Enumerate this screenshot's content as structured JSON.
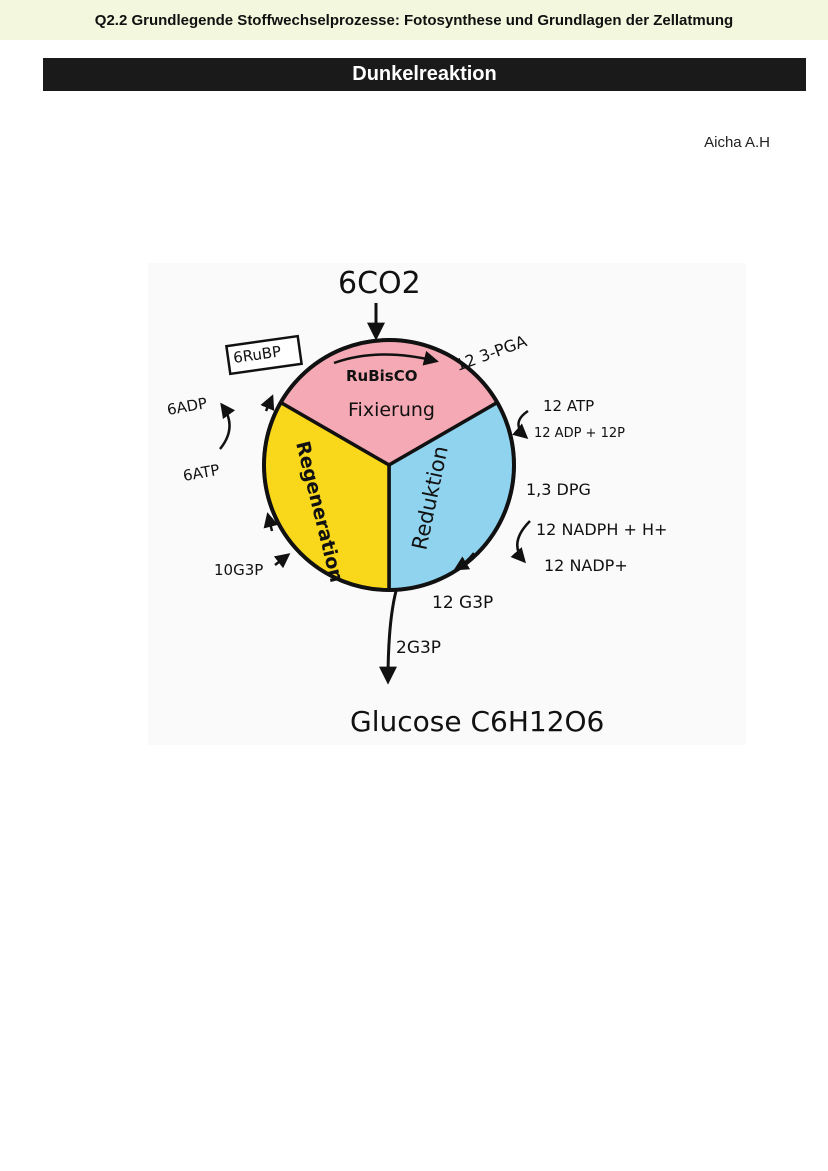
{
  "header": {
    "course_title": "Q2.2 Grundlegende Stoffwechselprozesse: Fotosynthese und Grundlagen der Zellatmung"
  },
  "section": {
    "title": "Dunkelreaktion"
  },
  "author": "Aicha A.H",
  "diagram": {
    "input": "6CO2",
    "enzyme": "RuBisCO",
    "phases": {
      "fixation": "Fixierung",
      "reduction": "Reduktion",
      "regeneration": "Regeneration"
    },
    "colors": {
      "fixation": "#f5a9b4",
      "reduction": "#8fd3ef",
      "regeneration": "#f9d81c"
    },
    "labels": {
      "pga": "12 3-PGA",
      "atp_in": "12 ATP",
      "adp_out": "12 ADP + 12P",
      "dpg": "1,3 DPG",
      "nadph_in": "12 NADPH + H+",
      "nadp_out": "12 NADP+",
      "g3p_12": "12 G3P",
      "g3p_2": "2G3P",
      "g3p_10": "10G3P",
      "rubp": "6RuBP",
      "adp_regen": "6ADP",
      "atp_regen": "6ATP"
    },
    "product": "Glucose C6H12O6"
  }
}
